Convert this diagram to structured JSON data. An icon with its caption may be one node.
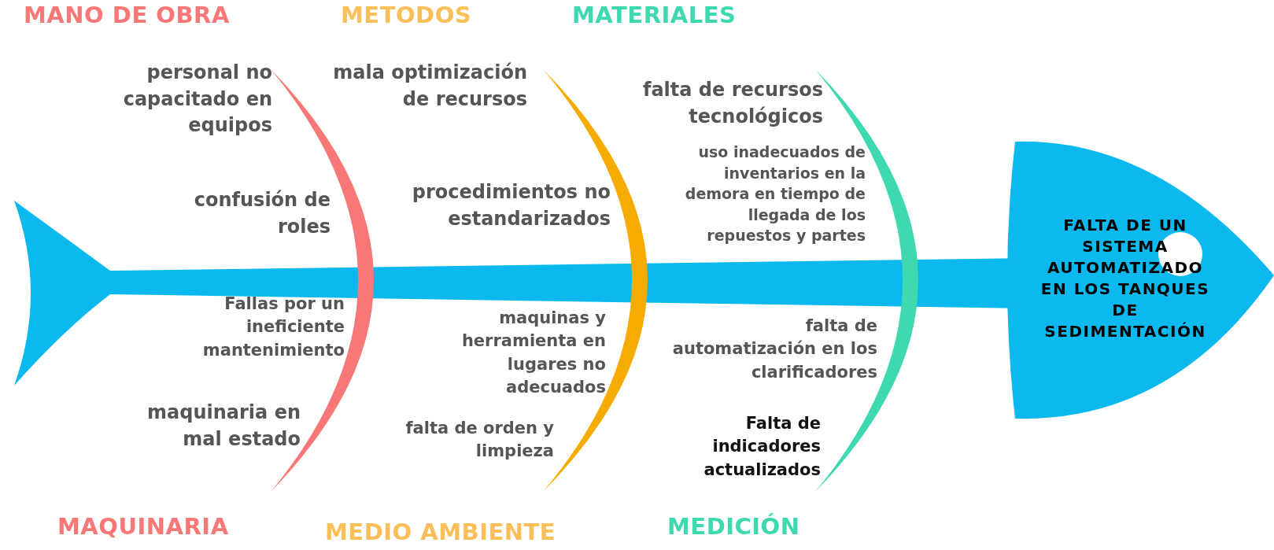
{
  "diagram": {
    "nodes": [
      {
        "text": [
          "FALTA DE UN SISTEMA AUTOMATIZADO EN LOS TANQUES DE SEDIMENTACIÓN"
        ]
      }
    ],
    "labels": [
      "MANO DE OBRA",
      "METODOS",
      "MATERIALES",
      "personal no capacitado en equipos",
      "confusión de roles",
      "Fallas por un ineficiente mantenimiento",
      "maquinaria en mal estado",
      "mala optimización de recursos",
      "procedimientos no estandarizados",
      "maquinas y herramienta en lugares no adecuados",
      "falta de orden y limpieza",
      "falta de recursos tecnológicos",
      "uso inadecuados de inventarios en la demora en tiempo de llegada de los repuestos y partes",
      "falta de automatización en los clarificadores",
      "Falta de indicadores actualizados",
      "MAQUINARIA",
      "MEDIO AMBIENTE",
      "MEDICIÓN"
    ]
  }
}
